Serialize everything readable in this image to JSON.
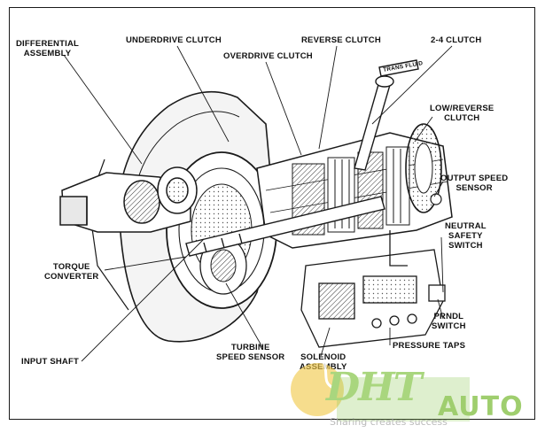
{
  "labels": {
    "differential_assembly": "DIFFERENTIAL\nASSEMBLY",
    "underdrive_clutch": "UNDERDRIVE CLUTCH",
    "overdrive_clutch": "OVERDRIVE CLUTCH",
    "reverse_clutch": "REVERSE CLUTCH",
    "two_four_clutch": "2-4 CLUTCH",
    "trans_fluid": "TRANS FLUID",
    "low_reverse_clutch": "LOW/REVERSE\nCLUTCH",
    "output_speed_sensor": "OUTPUT SPEED\nSENSOR",
    "neutral_safety_switch": "NEUTRAL\nSAFETY\nSWITCH",
    "torque_converter": "TORQUE\nCONVERTER",
    "prndl_switch": "PRNDL\nSWITCH",
    "pressure_taps": "PRESSURE TAPS",
    "turbine_speed_sensor": "TURBINE\nSPEED SENSOR",
    "solenoid_assembly": "SOLENOID\nASSEMBLY",
    "input_shaft": "INPUT SHAFT"
  },
  "watermark": {
    "logo_text": "DHT",
    "brand_text": "auto",
    "tagline": "Sharing creates success",
    "colors": {
      "yellow": "#f2c94c",
      "green": "#7fbf3f",
      "grey": "#c8c8c8"
    }
  },
  "colors": {
    "ink": "#111111",
    "line": "#1a1a1a"
  }
}
